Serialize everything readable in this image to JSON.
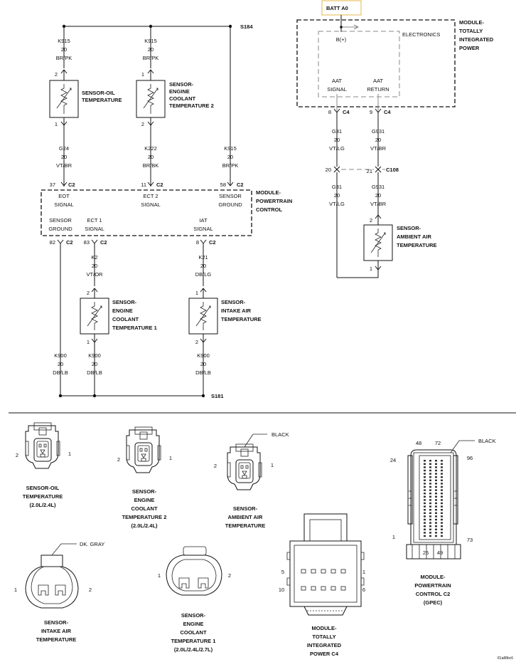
{
  "splices": {
    "top": "S184",
    "bottom": "S181"
  },
  "batt": "BATT A0",
  "tipm": {
    "label": [
      "MODULE-",
      "TOTALLY",
      "INTEGRATED",
      "POWER"
    ],
    "electronics": "ELECTRONICS",
    "bplus": "B(+)",
    "aat_signal": [
      "AAT",
      "SIGNAL"
    ],
    "aat_return": [
      "AAT",
      "RETURN"
    ],
    "pin_signal": "8",
    "pin_return": "9",
    "connector": "C4"
  },
  "pcm": {
    "label": [
      "MODULE-",
      "POWERTRAIN",
      "CONTROL"
    ],
    "top_signals": [
      {
        "pin": "37",
        "conn": "C2",
        "name": [
          "EOT",
          "SIGNAL"
        ]
      },
      {
        "pin": "11",
        "conn": "C2",
        "name": [
          "ECT 2",
          "SIGNAL"
        ]
      },
      {
        "pin": "58",
        "conn": "C2",
        "name": [
          "SENSOR",
          "GROUND"
        ]
      }
    ],
    "bottom_signals": [
      {
        "pin": "82",
        "conn": "C2",
        "name": [
          "SENSOR",
          "GROUND"
        ]
      },
      {
        "pin": "83",
        "conn": "C2",
        "name": [
          "ECT 1",
          "SIGNAL"
        ]
      },
      {
        "pin": "8",
        "conn": "C2",
        "name": [
          "IAT",
          "SIGNAL"
        ]
      }
    ]
  },
  "wires": [
    {
      "id": "k915a",
      "lines": [
        "K915",
        "20",
        "BR/PK"
      ]
    },
    {
      "id": "k915b",
      "lines": [
        "K915",
        "20",
        "BR/PK"
      ]
    },
    {
      "id": "g24",
      "lines": [
        "G24",
        "20",
        "VT/BR"
      ]
    },
    {
      "id": "k222",
      "lines": [
        "K222",
        "20",
        "BR/BK"
      ]
    },
    {
      "id": "k915c",
      "lines": [
        "K915",
        "20",
        "BR/PK"
      ]
    },
    {
      "id": "g31a",
      "lines": [
        "G31",
        "20",
        "VT/LG"
      ]
    },
    {
      "id": "g931a",
      "lines": [
        "G931",
        "20",
        "VT/BR"
      ]
    },
    {
      "id": "g31b",
      "lines": [
        "G31",
        "20",
        "VT/LG"
      ]
    },
    {
      "id": "g931b",
      "lines": [
        "G931",
        "20",
        "VT/BR"
      ]
    },
    {
      "id": "k2",
      "lines": [
        "K2",
        "20",
        "VT/OR"
      ]
    },
    {
      "id": "k21",
      "lines": [
        "K21",
        "20",
        "DB/LG"
      ]
    },
    {
      "id": "k900a",
      "lines": [
        "K900",
        "20",
        "DB/LB"
      ]
    },
    {
      "id": "k900b",
      "lines": [
        "K900",
        "20",
        "DB/LB"
      ]
    },
    {
      "id": "k900c",
      "lines": [
        "K900",
        "20",
        "DB/LB"
      ]
    }
  ],
  "c108": {
    "name": "C108",
    "pin_a": "20",
    "pin_b": "21"
  },
  "sensors": [
    {
      "id": "oil",
      "name": [
        "SENSOR-OIL",
        "TEMPERATURE"
      ],
      "pin_top": "2",
      "pin_bottom": "1"
    },
    {
      "id": "ect2",
      "name": [
        "SENSOR-",
        "ENGINE",
        "COOLANT",
        "TEMPERATURE 2"
      ],
      "pin_top": "1",
      "pin_bottom": "2"
    },
    {
      "id": "aat",
      "name": [
        "SENSOR-",
        "AMBIENT AIR",
        "TEMPERATURE"
      ],
      "pin_top": "2",
      "pin_bottom": "1"
    },
    {
      "id": "ect1",
      "name": [
        "SENSOR-",
        "ENGINE",
        "COOLANT",
        "TEMPERATURE 1"
      ],
      "pin_top": "2",
      "pin_bottom": "1"
    },
    {
      "id": "iat",
      "name": [
        "SENSOR-",
        "INTAKE AIR",
        "TEMPERATURE"
      ],
      "pin_top": "1",
      "pin_bottom": "2"
    }
  ],
  "connectors": {
    "oil": {
      "label": [
        "SENSOR-OIL",
        "TEMPERATURE",
        "(2.0L/2.4L)"
      ],
      "left": "2",
      "right": "1"
    },
    "ect2": {
      "label": [
        "SENSOR-",
        "ENGINE",
        "COOLANT",
        "TEMPERATURE 2",
        "(2.0L/2.4L)"
      ],
      "left": "2",
      "right": "1"
    },
    "aat": {
      "label": [
        "SENSOR-",
        "AMBIENT AIR",
        "TEMPERATURE"
      ],
      "left": "2",
      "right": "1",
      "color": "BLACK"
    },
    "iat": {
      "label": [
        "SENSOR-",
        "INTAKE AIR",
        "TEMPERATURE"
      ],
      "left": "1",
      "right": "2",
      "color": "DK. GRAY"
    },
    "ect1": {
      "label": [
        "SENSOR-",
        "ENGINE",
        "COOLANT",
        "TEMPERATURE 1",
        "(2.0L/2.4L/2.7L)"
      ],
      "left": "1",
      "right": "2"
    },
    "tipm_c4": {
      "label": [
        "MODULE-",
        "TOTALLY",
        "INTEGRATED",
        "POWER C4"
      ],
      "tl": "5",
      "tr": "1",
      "bl": "10",
      "br": "6"
    },
    "pcm_c2": {
      "label": [
        "MODULE-",
        "POWERTRAIN",
        "CONTROL C2",
        "(GPEC)"
      ],
      "color": "BLACK",
      "p48": "48",
      "p72": "72",
      "p96": "96",
      "p24": "24",
      "p1": "1",
      "p73": "73",
      "p25": "25",
      "p49": "49"
    }
  },
  "figure_id": "81a88bc6"
}
